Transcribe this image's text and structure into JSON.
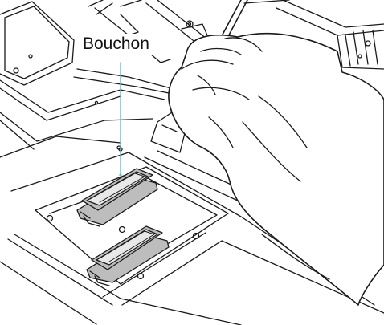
{
  "callout": {
    "label": "Bouchon",
    "leader_color": "#5bc1c9"
  },
  "palette": {
    "line": "#1a1a1a",
    "cap_body": "#bdbdbd",
    "cap_pad": "#e8e8e8",
    "glove": "#ffffff",
    "paper": "#ffffff"
  },
  "parts": [
    "printer-frame",
    "carriage-rail",
    "cap-station",
    "cap-upper",
    "cap-lower",
    "cleaning-swab",
    "gloved-hand"
  ]
}
